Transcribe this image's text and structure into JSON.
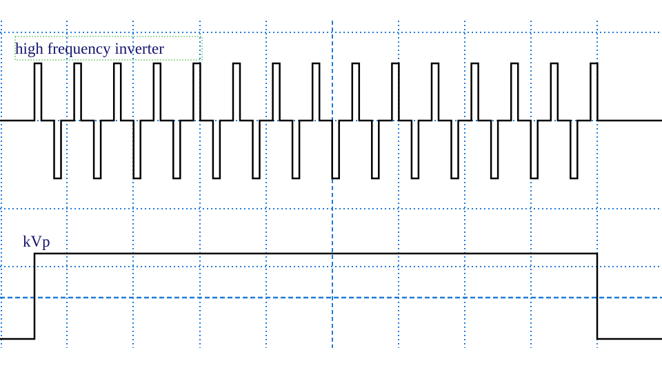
{
  "labels": {
    "inverter": "high frequency inverter",
    "kvp": "kVp"
  },
  "colors": {
    "grid": "#1f7ad6",
    "trace": "#000000",
    "label": "#14146e",
    "label_box": "#3cb43c"
  },
  "inverter_wave": {
    "positive_pulses": 15,
    "negative_pulses": 14,
    "levels": [
      -1,
      0,
      1
    ]
  },
  "kvp_wave": {
    "levels": [
      "low",
      "high",
      "low"
    ]
  }
}
